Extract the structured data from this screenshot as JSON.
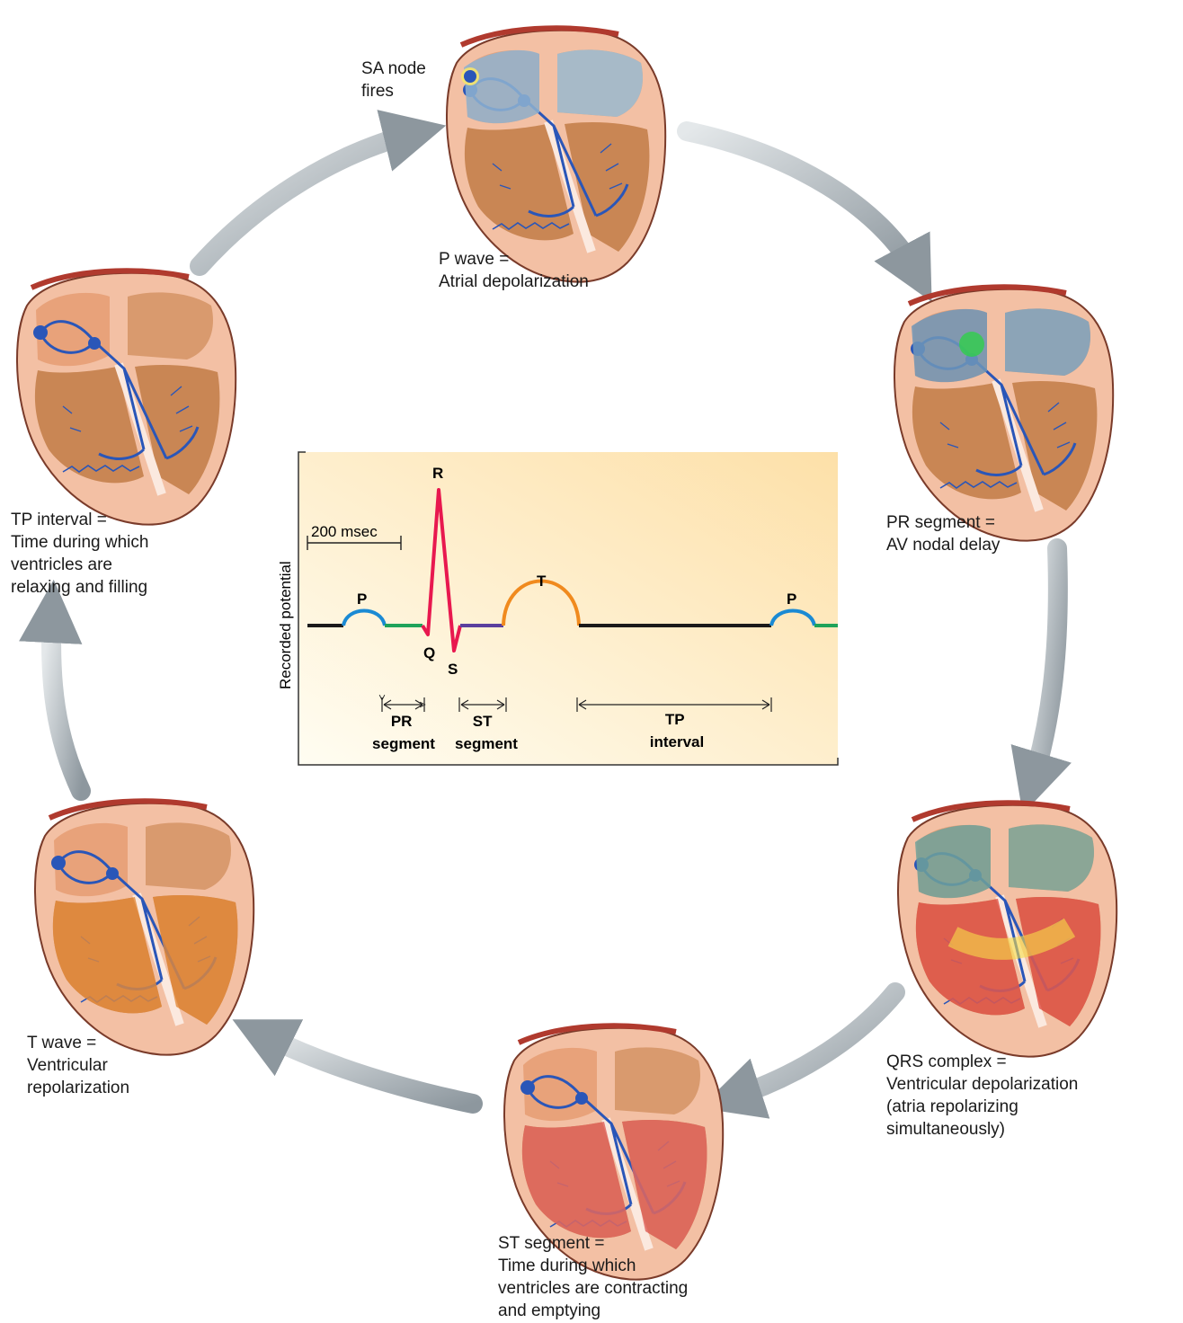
{
  "stages": [
    {
      "id": "sa-node",
      "note": [
        "SA node",
        "fires"
      ],
      "caption": [
        "P wave =",
        "Atrial depolarization"
      ]
    },
    {
      "id": "pr-segment",
      "caption": [
        "PR segment =",
        "AV nodal delay"
      ]
    },
    {
      "id": "qrs",
      "caption": [
        "QRS complex =",
        "Ventricular depolarization",
        "(atria repolarizing",
        "simultaneously)"
      ]
    },
    {
      "id": "st-segment",
      "caption": [
        "ST segment =",
        "Time during which",
        "ventricles are contracting",
        "and emptying"
      ]
    },
    {
      "id": "t-wave",
      "caption": [
        "T wave =",
        "Ventricular",
        "repolarization"
      ]
    },
    {
      "id": "tp-interval",
      "caption": [
        "TP interval =",
        "Time during which",
        "ventricles are",
        "relaxing and filling"
      ]
    }
  ],
  "ecg": {
    "ylabel": "Recorded potential",
    "scale_label": "200 msec",
    "wave_labels": {
      "p1": "P",
      "q": "Q",
      "r": "R",
      "s": "S",
      "t": "T",
      "p2": "P"
    },
    "intervals": {
      "pr": [
        "PR",
        "segment"
      ],
      "st": [
        "ST",
        "segment"
      ],
      "tp": [
        "TP",
        "interval"
      ]
    }
  },
  "colors": {
    "baseline": "#1a1a1a",
    "p_wave": "#1a8ad4",
    "pr_segment": "#1fa35a",
    "qrs": "#e8184f",
    "st_segment": "#5a3f9e",
    "t_wave": "#f08a1e",
    "arrow": "#9aa4ab",
    "chart_bg_start": "#fffdf2",
    "chart_bg_end": "#fde0a8"
  }
}
